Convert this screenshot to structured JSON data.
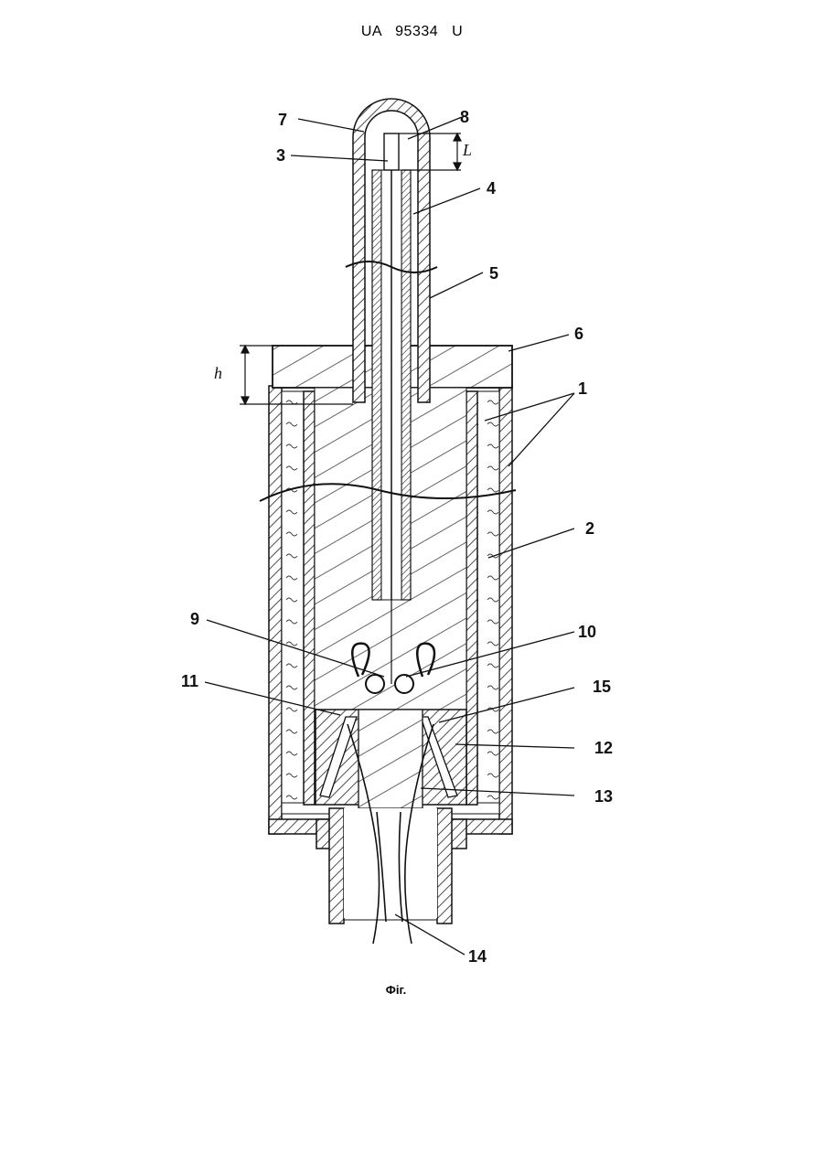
{
  "header": {
    "document_id": "UA   95334   U"
  },
  "figure": {
    "caption": "Фіг.",
    "labels": {
      "n1": "1",
      "n2": "2",
      "n3": "3",
      "n4": "4",
      "n5": "5",
      "n6": "6",
      "n7": "7",
      "n8": "8",
      "n9": "9",
      "n10": "10",
      "n11": "11",
      "n12": "12",
      "n13": "13",
      "n14": "14",
      "n15": "15",
      "L": "L",
      "h": "h"
    }
  }
}
